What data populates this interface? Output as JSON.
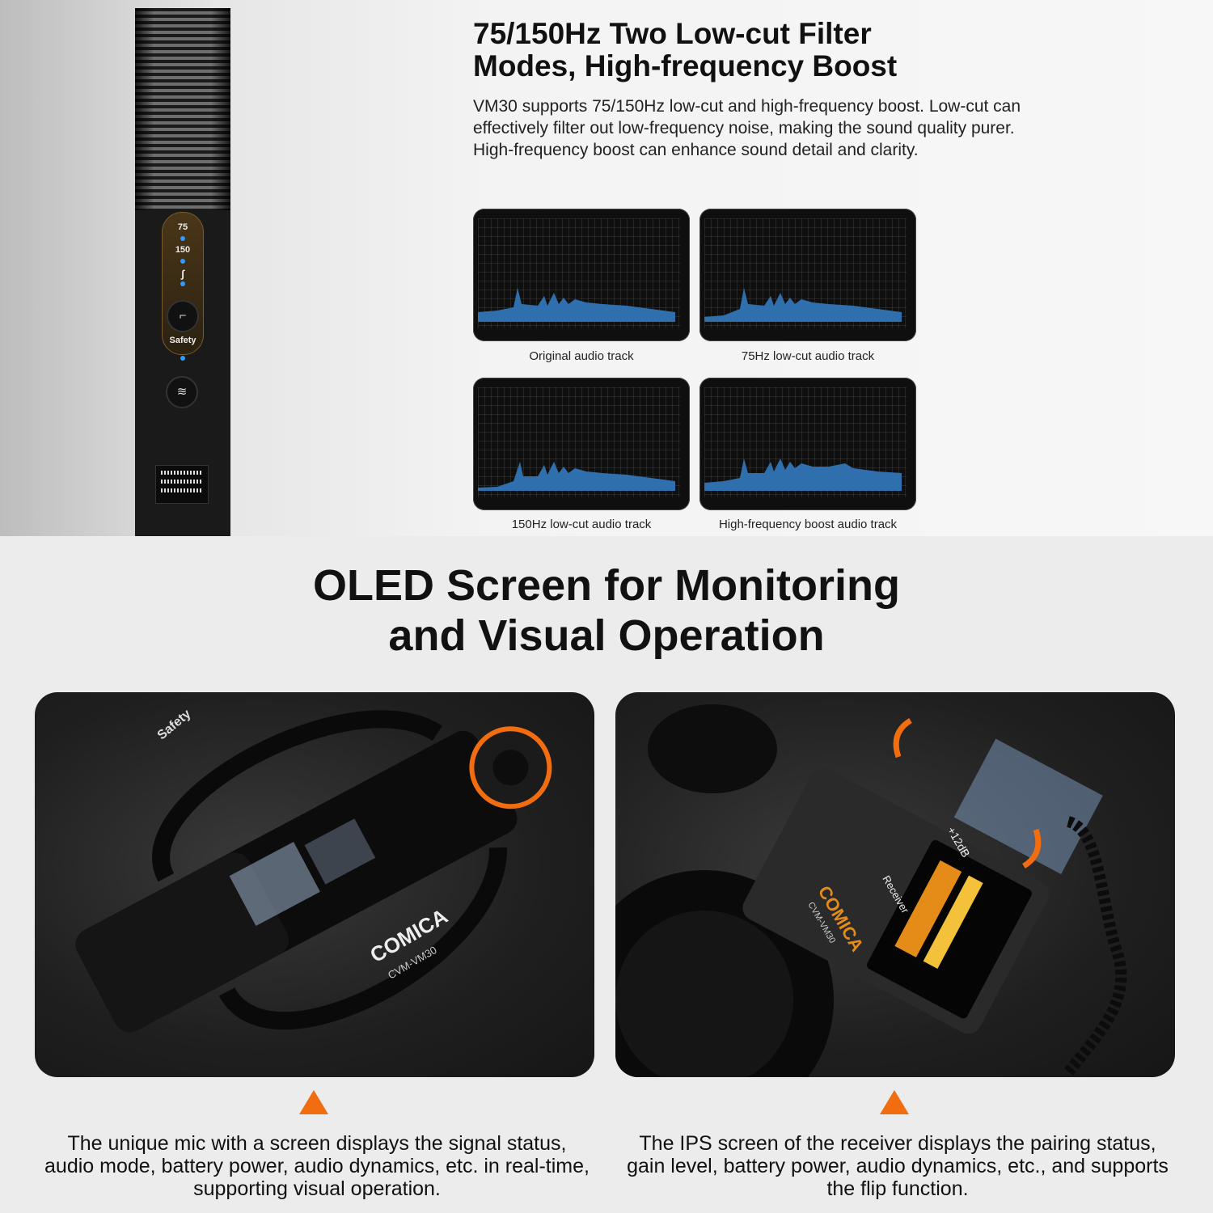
{
  "top": {
    "mic": {
      "panel_labels": [
        "75",
        "150",
        "Safety"
      ]
    },
    "heading_line1": "75/150Hz Two Low-cut Filter",
    "heading_line2": "Modes, High-frequency Boost",
    "paragraph": "VM30 supports 75/150Hz low-cut and high-frequency boost. Low-cut can effectively filter out low-frequency noise, making the sound quality purer. High-frequency boost can enhance sound detail and clarity.",
    "spectrums": [
      {
        "caption": "Original audio track"
      },
      {
        "caption": "75Hz low-cut audio track"
      },
      {
        "caption": "150Hz low-cut audio track"
      },
      {
        "caption": "High-frequency boost audio track"
      }
    ]
  },
  "oled": {
    "heading_line1": "OLED Screen for Monitoring",
    "heading_line2": "and Visual Operation",
    "left": {
      "brand": "COMICA",
      "model": "CVM-VM30",
      "button_label": "Safety",
      "description": "The unique mic with a screen displays the signal status, audio mode, battery power, audio dynamics, etc. in real-time, supporting visual operation."
    },
    "right": {
      "brand": "COMICA",
      "model": "CVM-VM30",
      "receiver_label": "Receiver",
      "gain_label": "+12dB",
      "description": "The IPS screen of the receiver displays the pairing status, gain level, battery power, audio dynamics, etc., and supports the flip function."
    },
    "accent_color": "#f26d0f"
  }
}
